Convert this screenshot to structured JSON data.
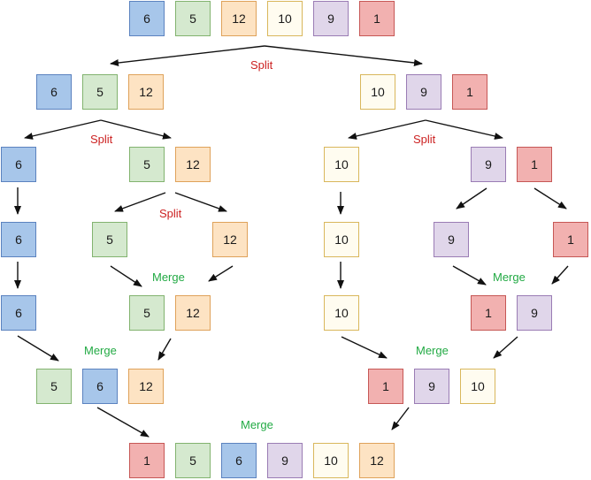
{
  "colors": {
    "blue": {
      "fill": "#a7c6ea",
      "border": "#5b82bf"
    },
    "green": {
      "fill": "#d5e9cf",
      "border": "#82b36f"
    },
    "orange": {
      "fill": "#fde3c3",
      "border": "#dfa25a"
    },
    "yellow": {
      "fill": "#fffcf0",
      "border": "#d9b75c"
    },
    "purple": {
      "fill": "#e0d6ea",
      "border": "#9a7cb4"
    },
    "red": {
      "fill": "#f2b1b0",
      "border": "#c65755"
    },
    "split_label": "#cc2222",
    "merge_label": "#22aa44",
    "arrow": "#111111"
  },
  "labels": {
    "split": "Split",
    "merge": "Merge"
  },
  "arrays": {
    "input": [
      {
        "v": "6",
        "c": "blue"
      },
      {
        "v": "5",
        "c": "green"
      },
      {
        "v": "12",
        "c": "orange"
      },
      {
        "v": "10",
        "c": "yellow"
      },
      {
        "v": "9",
        "c": "purple"
      },
      {
        "v": "1",
        "c": "red"
      }
    ],
    "left_half": [
      {
        "v": "6",
        "c": "blue"
      },
      {
        "v": "5",
        "c": "green"
      },
      {
        "v": "12",
        "c": "orange"
      }
    ],
    "right_half": [
      {
        "v": "10",
        "c": "yellow"
      },
      {
        "v": "9",
        "c": "purple"
      },
      {
        "v": "1",
        "c": "red"
      }
    ],
    "l_single_6": [
      {
        "v": "6",
        "c": "blue"
      }
    ],
    "l_pair_5_12": [
      {
        "v": "5",
        "c": "green"
      },
      {
        "v": "12",
        "c": "orange"
      }
    ],
    "r_single_10": [
      {
        "v": "10",
        "c": "yellow"
      }
    ],
    "r_pair_9_1": [
      {
        "v": "9",
        "c": "purple"
      },
      {
        "v": "1",
        "c": "red"
      }
    ],
    "l_6_b": [
      {
        "v": "6",
        "c": "blue"
      }
    ],
    "l_5": [
      {
        "v": "5",
        "c": "green"
      }
    ],
    "l_12": [
      {
        "v": "12",
        "c": "orange"
      }
    ],
    "r_10_b": [
      {
        "v": "10",
        "c": "yellow"
      }
    ],
    "r_9": [
      {
        "v": "9",
        "c": "purple"
      }
    ],
    "r_1": [
      {
        "v": "1",
        "c": "red"
      }
    ],
    "l_6_c": [
      {
        "v": "6",
        "c": "blue"
      }
    ],
    "l_merged_5_12": [
      {
        "v": "5",
        "c": "green"
      },
      {
        "v": "12",
        "c": "orange"
      }
    ],
    "r_10_c": [
      {
        "v": "10",
        "c": "yellow"
      }
    ],
    "r_merged_1_9": [
      {
        "v": "1",
        "c": "red"
      },
      {
        "v": "9",
        "c": "purple"
      }
    ],
    "left_sorted": [
      {
        "v": "5",
        "c": "green"
      },
      {
        "v": "6",
        "c": "blue"
      },
      {
        "v": "12",
        "c": "orange"
      }
    ],
    "right_sorted": [
      {
        "v": "1",
        "c": "red"
      },
      {
        "v": "9",
        "c": "purple"
      },
      {
        "v": "10",
        "c": "yellow"
      }
    ],
    "output": [
      {
        "v": "1",
        "c": "red"
      },
      {
        "v": "5",
        "c": "green"
      },
      {
        "v": "6",
        "c": "blue"
      },
      {
        "v": "9",
        "c": "purple"
      },
      {
        "v": "10",
        "c": "yellow"
      },
      {
        "v": "12",
        "c": "orange"
      }
    ]
  }
}
